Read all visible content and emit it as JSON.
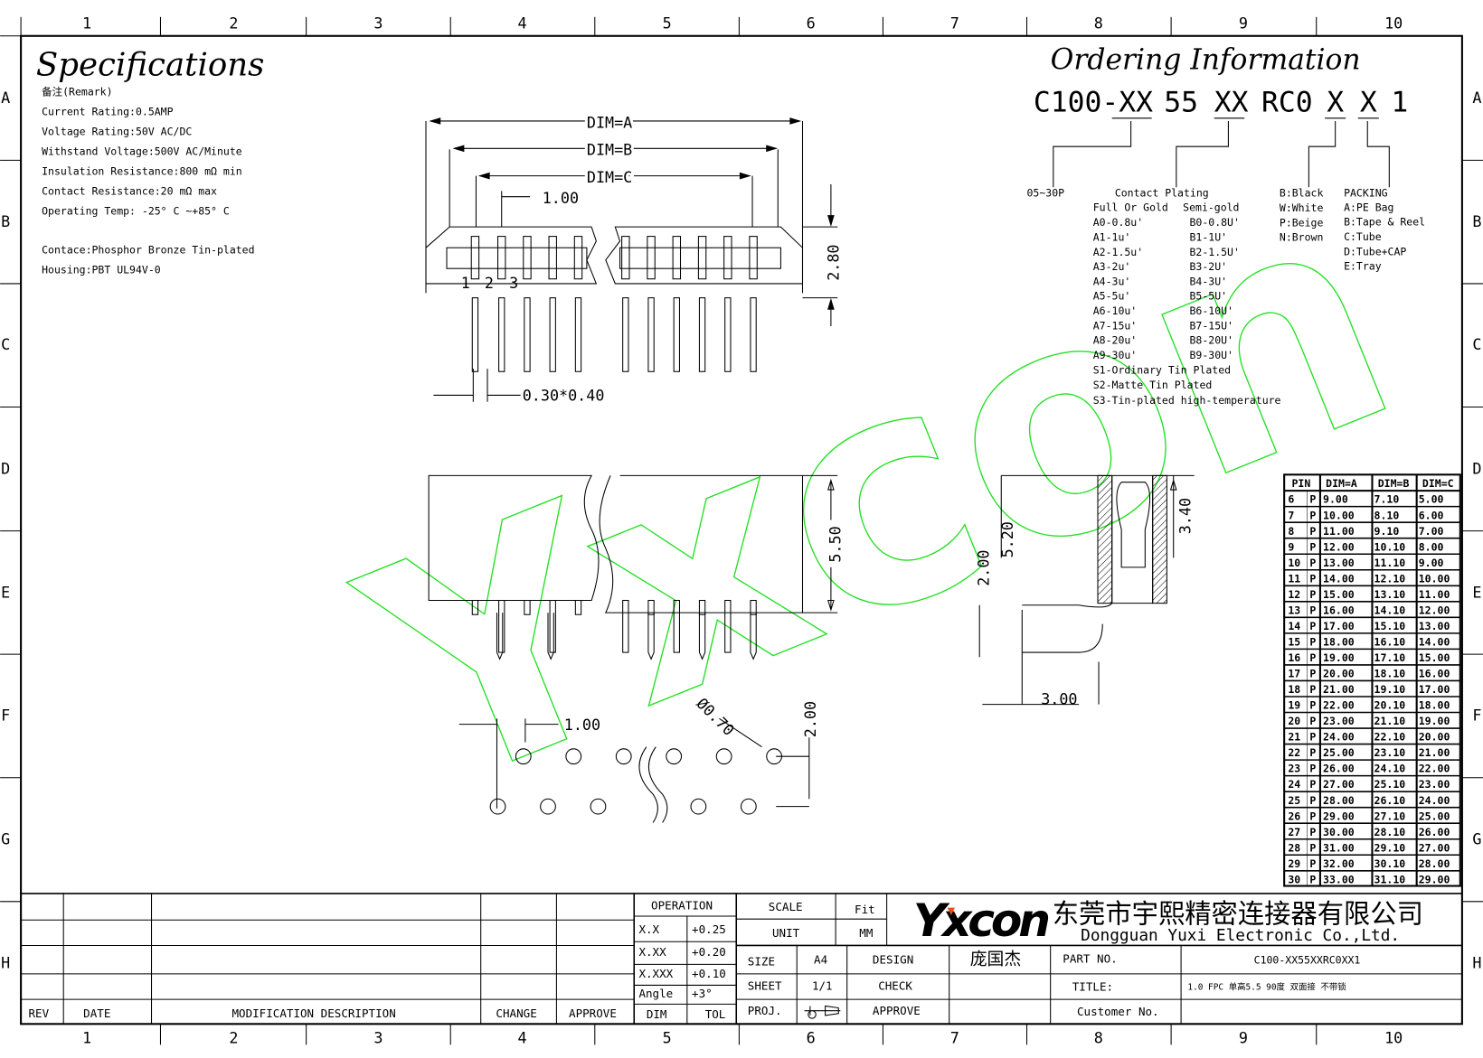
{
  "grid": {
    "columns": [
      "1",
      "2",
      "3",
      "4",
      "5",
      "6",
      "7",
      "8",
      "9",
      "10"
    ],
    "rows": [
      "A",
      "B",
      "C",
      "D",
      "E",
      "F",
      "G",
      "H"
    ]
  },
  "specs": {
    "title": "Specifications",
    "lines": [
      "备注(Remark)",
      "Current Rating:0.5AMP",
      "Voltage Rating:50V AC/DC",
      "Withstand Voltage:500V AC/Minute",
      "Insulation Resistance:800 mΩ min",
      "Contact Resistance:20 mΩ max",
      "Operating Temp: -25° C ~+85° C",
      "Contace:Phosphor Bronze Tin-plated",
      "Housing:PBT UL94V-0"
    ]
  },
  "ordering": {
    "title": "Ordering Information",
    "code": [
      "C100-XX",
      "55",
      "XX",
      "RC0",
      "X",
      "X",
      "1"
    ],
    "pins": "05~30P",
    "plating_title": "Contact Plating",
    "plating_headers": [
      "Full Or Gold",
      "Semi-gold"
    ],
    "plating_rows": [
      [
        "A0-0.8u'",
        "B0-0.8U'"
      ],
      [
        "A1-1u'",
        "B1-1U'"
      ],
      [
        "A2-1.5u'",
        "B2-1.5U'"
      ],
      [
        "A3-2u'",
        "B3-2U'"
      ],
      [
        "A4-3u'",
        "B4-3U'"
      ],
      [
        "A5-5u'",
        "B5-5U'"
      ],
      [
        "A6-10u'",
        "B6-10U'"
      ],
      [
        "A7-15u'",
        "B7-15U'"
      ],
      [
        "A8-20u'",
        "B8-20U'"
      ],
      [
        "A9-30u'",
        "B9-30U'"
      ]
    ],
    "tin_options": [
      "S1-Ordinary Tin Plated",
      "S2-Matte Tin Plated",
      "S3-Tin-plated high-temperature"
    ],
    "colors": [
      "B:Black",
      "W:White",
      "P:Beige",
      "N:Brown"
    ],
    "packing_title": "PACKING",
    "packing": [
      "A:PE Bag",
      "B:Tape & Reel",
      "C:Tube",
      "D:Tube+CAP",
      "E:Tray"
    ]
  },
  "dims": {
    "dim_a": "DIM=A",
    "dim_b": "DIM=B",
    "dim_c": "DIM=C",
    "pitch": "1.00",
    "height_top": "2.80",
    "pin_labels": [
      "1",
      "2",
      "3"
    ],
    "pin_size": "0.30*0.40",
    "body_height": "5.50",
    "side_520": "5.20",
    "side_340": "3.40",
    "side_200": "2.00",
    "side_300": "3.00",
    "hole_dia": "Ø0.70",
    "hole_pitch": "1.00",
    "row_pitch": "2.00"
  },
  "dim_table": {
    "headers": [
      "PIN",
      "DIM=A",
      "DIM=B",
      "DIM=C"
    ],
    "rows": [
      [
        "6",
        "P",
        "9.00",
        "7.10",
        "5.00"
      ],
      [
        "7",
        "P",
        "10.00",
        "8.10",
        "6.00"
      ],
      [
        "8",
        "P",
        "11.00",
        "9.10",
        "7.00"
      ],
      [
        "9",
        "P",
        "12.00",
        "10.10",
        "8.00"
      ],
      [
        "10",
        "P",
        "13.00",
        "11.10",
        "9.00"
      ],
      [
        "11",
        "P",
        "14.00",
        "12.10",
        "10.00"
      ],
      [
        "12",
        "P",
        "15.00",
        "13.10",
        "11.00"
      ],
      [
        "13",
        "P",
        "16.00",
        "14.10",
        "12.00"
      ],
      [
        "14",
        "P",
        "17.00",
        "15.10",
        "13.00"
      ],
      [
        "15",
        "P",
        "18.00",
        "16.10",
        "14.00"
      ],
      [
        "16",
        "P",
        "19.00",
        "17.10",
        "15.00"
      ],
      [
        "17",
        "P",
        "20.00",
        "18.10",
        "16.00"
      ],
      [
        "18",
        "P",
        "21.00",
        "19.10",
        "17.00"
      ],
      [
        "19",
        "P",
        "22.00",
        "20.10",
        "18.00"
      ],
      [
        "20",
        "P",
        "23.00",
        "21.10",
        "19.00"
      ],
      [
        "21",
        "P",
        "24.00",
        "22.10",
        "20.00"
      ],
      [
        "22",
        "P",
        "25.00",
        "23.10",
        "21.00"
      ],
      [
        "23",
        "P",
        "26.00",
        "24.10",
        "22.00"
      ],
      [
        "24",
        "P",
        "27.00",
        "25.10",
        "23.00"
      ],
      [
        "25",
        "P",
        "28.00",
        "26.10",
        "24.00"
      ],
      [
        "26",
        "P",
        "29.00",
        "27.10",
        "25.00"
      ],
      [
        "27",
        "P",
        "30.00",
        "28.10",
        "26.00"
      ],
      [
        "28",
        "P",
        "31.00",
        "29.10",
        "27.00"
      ],
      [
        "29",
        "P",
        "32.00",
        "30.10",
        "28.00"
      ],
      [
        "30",
        "P",
        "33.00",
        "31.10",
        "29.00"
      ]
    ]
  },
  "watermark": "Yxcon",
  "title_block": {
    "rev_headers": [
      "REV",
      "DATE",
      "MODIFICATION DESCRIPTION",
      "CHANGE",
      "APPROVE"
    ],
    "operation": "OPERATION",
    "tolerances": [
      [
        "X.X",
        "+0.25"
      ],
      [
        "X.XX",
        "+0.20"
      ],
      [
        "X.XXX",
        "+0.10"
      ],
      [
        "Angle",
        "+3°"
      ]
    ],
    "dim": "DIM",
    "tol": "TOL",
    "scale_label": "SCALE",
    "scale_value": "Fit",
    "unit_label": "UNIT",
    "unit_value": "MM",
    "size_label": "SIZE",
    "size_value": "A4",
    "sheet_label": "SHEET",
    "sheet_value": "1/1",
    "proj_label": "PROJ.",
    "design_label": "DESIGN",
    "design_value": "庞国杰",
    "check_label": "CHECK",
    "approve_label": "APPROVE",
    "logo": "Yxcon",
    "company_cn": "东莞市宇熙精密连接器有限公司",
    "company_en": "Dongguan  Yuxi  Electronic  Co.,Ltd.",
    "part_no_label": "PART NO.",
    "part_no_value": "C100-XX55XXRC0XX1",
    "title_label": "TITLE:",
    "title_value": "1.0 FPC 单高5.5 90度 双面接 不带锁",
    "customer_label": "Customer No."
  }
}
